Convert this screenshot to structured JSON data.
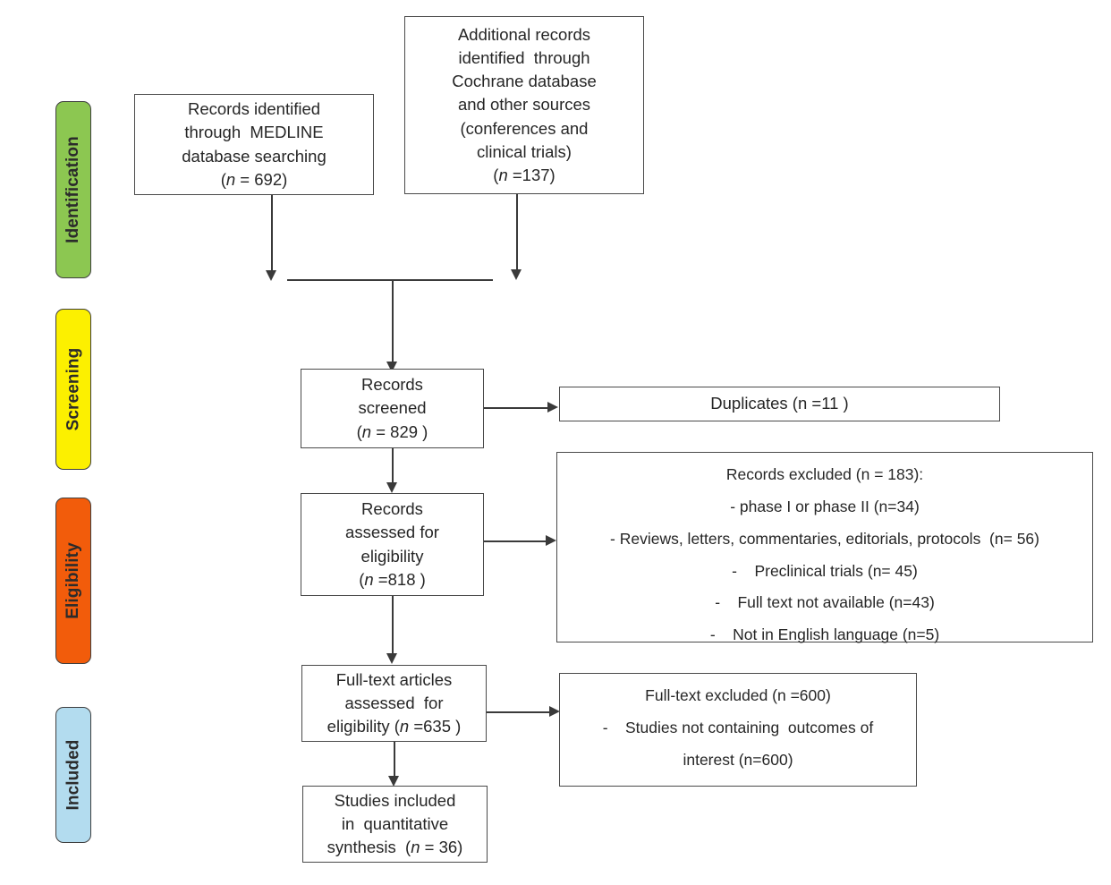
{
  "diagram": {
    "type": "prisma-flow-diagram",
    "title": "PRISMA study selection flow diagram"
  },
  "stages": [
    {
      "id": "identification",
      "label": "Identification",
      "color": "#8CC751"
    },
    {
      "id": "screening",
      "label": "Screening",
      "color": "#FCF000"
    },
    {
      "id": "eligibility",
      "label": "Eligibility",
      "color": "#F25C0B"
    },
    {
      "id": "included",
      "label": "Included",
      "color": "#B3DCEF"
    }
  ],
  "boxes": {
    "medline": {
      "name": "records-identified-medline",
      "lines": [
        "Records identified",
        "through  MEDLINE",
        "database searching"
      ],
      "count_prefix": "(",
      "count_italic": "n",
      "count_suffix": " = 692)",
      "n": 692
    },
    "additional": {
      "name": "additional-records",
      "lines": [
        "Additional records",
        "identified  through",
        "Cochrane database",
        "and other sources",
        "(conferences and",
        "clinical trials)"
      ],
      "count_prefix": "(",
      "count_italic": "n",
      "count_suffix": " =137)",
      "n": 137
    },
    "screened": {
      "name": "records-screened",
      "lines": [
        "Records",
        "screened"
      ],
      "count_prefix": "(",
      "count_italic": "n",
      "count_suffix": " = 829 )",
      "n": 829
    },
    "duplicates": {
      "name": "duplicates",
      "text": "Duplicates (n =11 )",
      "n": 11
    },
    "assessed": {
      "name": "records-assessed-for-eligibility",
      "lines": [
        "Records",
        "assessed for",
        "eligibility"
      ],
      "count_prefix": "(",
      "count_italic": "n",
      "count_suffix": " =818 )",
      "n": 818
    },
    "excluded": {
      "name": "records-excluded",
      "heading": "Records excluded (n = 183):",
      "n": 183,
      "reasons": [
        "- phase I or phase II (n=34)",
        "- Reviews, letters, commentaries, editorials, protocols  (n= 56)",
        "-    Preclinical trials (n= 45)",
        "-    Full text not available (n=43)",
        "-    Not in English language (n=5)"
      ]
    },
    "fulltext": {
      "name": "full-text-articles-assessed",
      "lines": [
        "Full-text articles",
        "assessed  for"
      ],
      "last_prefix": "eligibility (",
      "last_italic": "n",
      "last_suffix": " =635 )",
      "n": 635
    },
    "fulltext_excluded": {
      "name": "full-text-excluded",
      "heading": "Full-text excluded (n =600)",
      "n": 600,
      "reasons": [
        "-    Studies not containing  outcomes of",
        "interest (n=600)"
      ]
    },
    "included": {
      "name": "studies-included",
      "lines": [
        "Studies included",
        "in  quantitative"
      ],
      "last_prefix": "synthesis  (",
      "last_italic": "n",
      "last_suffix": " = 36)",
      "n": 36
    }
  },
  "colors": {
    "identification": "#8CC751",
    "screening": "#FCF000",
    "eligibility": "#F25C0B",
    "included": "#B3DCEF",
    "box_border": "#4a4a4a",
    "connector": "#3a3a3a",
    "text": "#262626"
  }
}
